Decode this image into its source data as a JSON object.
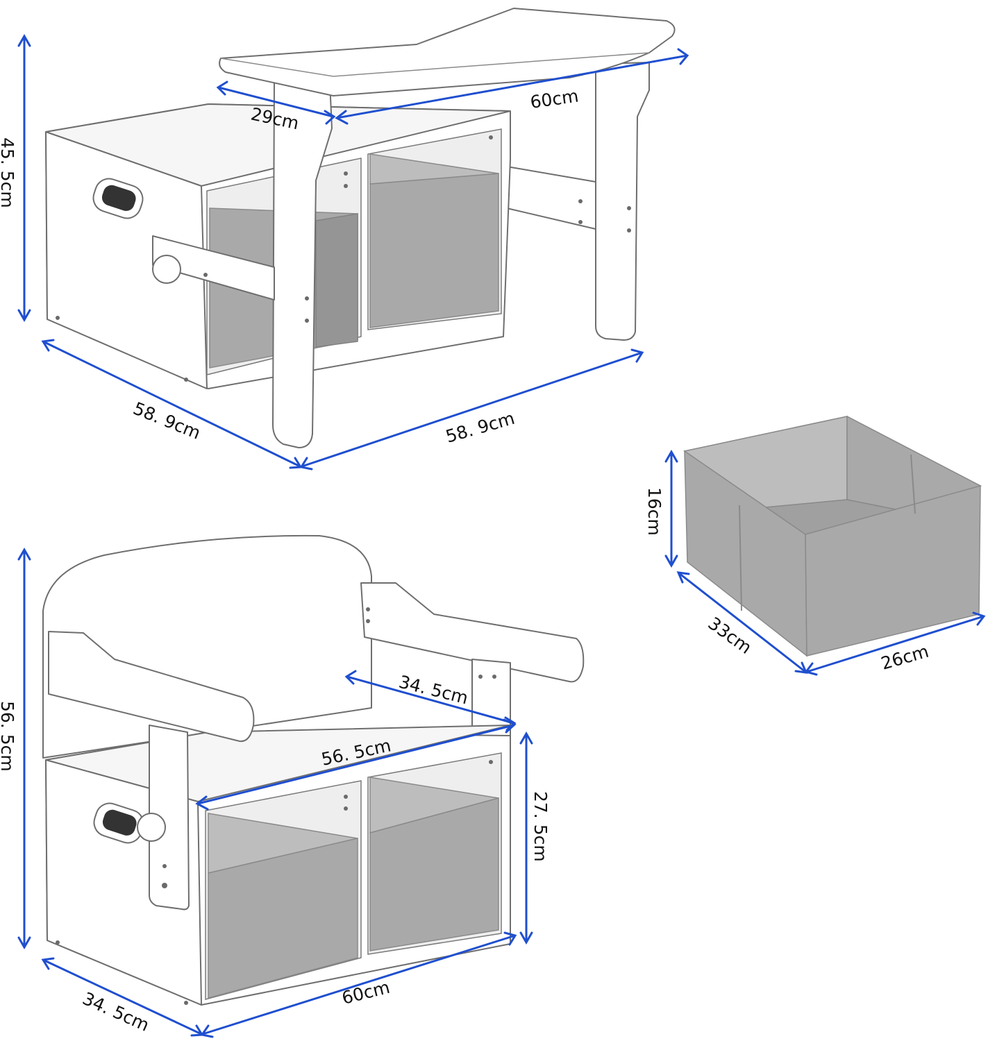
{
  "colors": {
    "dimension_line": "#1f4fcf",
    "fabric_bin": "#a9a9a9",
    "furniture": "#ffffff",
    "outline": "#6e6e6e"
  },
  "desk_config": {
    "height_label": "45. 5cm",
    "top_depth_label": "29cm",
    "top_width_label": "60cm",
    "base_depth_label": "58. 9cm",
    "base_width_label": "58. 9cm"
  },
  "bench_config": {
    "height_label": "56. 5cm",
    "seat_depth_label": "34. 5cm",
    "seat_width_label": "56. 5cm",
    "storage_height_label": "27. 5cm",
    "base_depth_label": "34. 5cm",
    "base_width_label": "60cm"
  },
  "storage_bin": {
    "height_label": "16cm",
    "depth_label": "33cm",
    "width_label": "26cm"
  }
}
